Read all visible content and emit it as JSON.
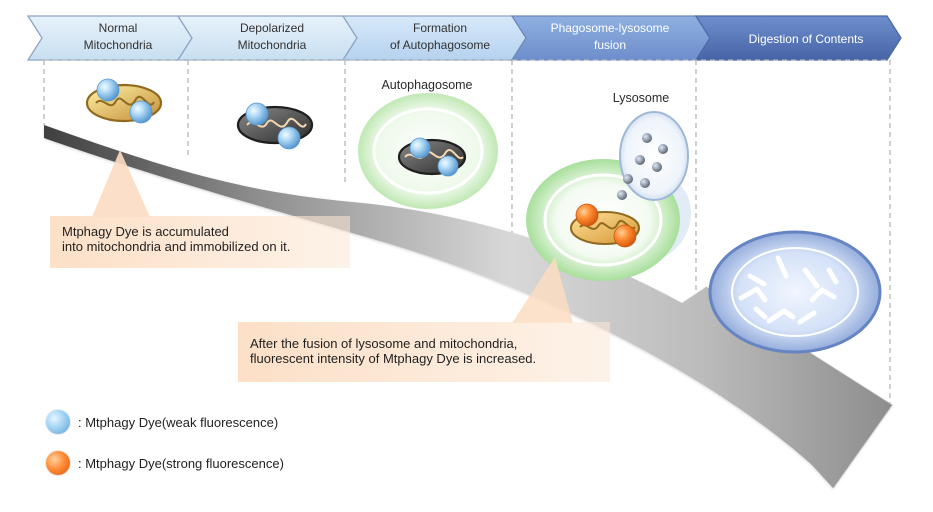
{
  "stages": [
    {
      "line1": "Normal",
      "line2": "Mitochondria"
    },
    {
      "line1": "Depolarized",
      "line2": "Mitochondria"
    },
    {
      "line1": "Formation",
      "line2": "of Autophagosome"
    },
    {
      "line1": "Phagosome-lysosome",
      "line2": "fusion"
    },
    {
      "line1": "Digestion of Contents",
      "line2": ""
    }
  ],
  "labels": {
    "autophagosome": "Autophagosome",
    "lysosome": "Lysosome"
  },
  "callouts": {
    "accumulated": {
      "line1": "Mtphagy Dye is accumulated",
      "line2": "into mitochondria and immobilized on it."
    },
    "fusion": {
      "line1": "After the fusion of lysosome and mitochondria,",
      "line2": "fluorescent intensity of Mtphagy Dye is increased."
    }
  },
  "legend": [
    {
      "text": ": Mtphagy Dye(weak fluorescence)",
      "color": "#7fb7e6"
    },
    {
      "text": ": Mtphagy Dye(strong fluorescence)",
      "color": "#ff7a1f"
    }
  ],
  "colors": {
    "header_light": "#d8eaf8",
    "header_mid": "#b7d2ef",
    "header_dark": "#4c6fae",
    "membrane_green": "#7fce7f",
    "digestion_blue": "#5e7dbd",
    "arrow_gray": "#a7a7a7",
    "callout_peach": "#fcd7b9"
  }
}
